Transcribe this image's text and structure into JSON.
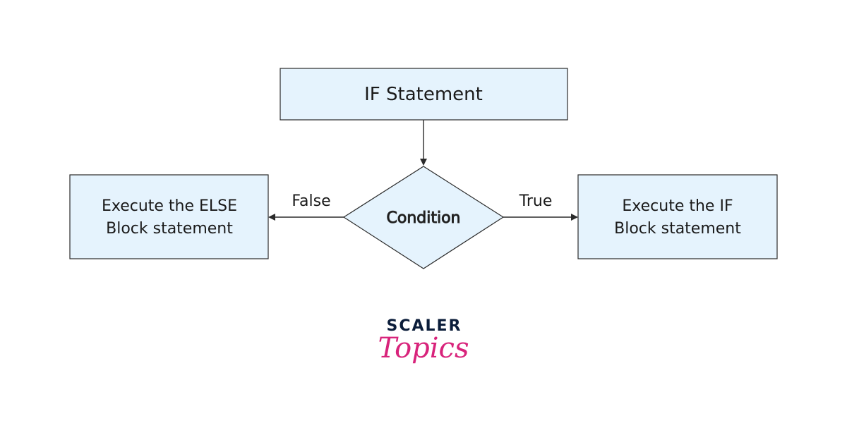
{
  "diagram": {
    "if_statement_label": "IF Statement",
    "condition_label": "Condition",
    "else_block_lines": [
      "Execute the ELSE",
      "Block statement"
    ],
    "if_block_lines": [
      "Execute the IF",
      "Block statement"
    ],
    "false_label": "False",
    "true_label": "True"
  },
  "logo": {
    "brand_top": "SCALER",
    "brand_bottom": "Topics"
  },
  "colors": {
    "box_fill": "#e5f3fd",
    "stroke": "#2b2b2b",
    "brand_navy": "#0b1d3a",
    "brand_pink": "#d8237b"
  }
}
